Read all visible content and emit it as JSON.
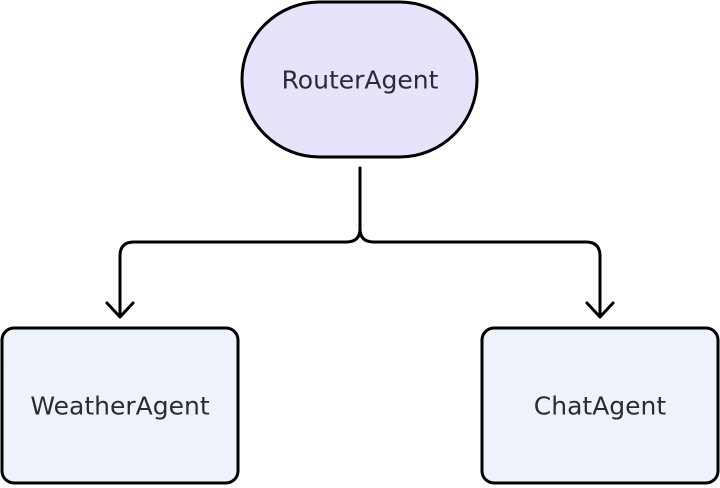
{
  "diagram": {
    "type": "flowchart",
    "nodes": {
      "router": {
        "label": "RouterAgent",
        "shape": "stadium",
        "fill": "#e9e2fb"
      },
      "weather": {
        "label": "WeatherAgent",
        "shape": "rounded-rectangle",
        "fill": "#eef3fb"
      },
      "chat": {
        "label": "ChatAgent",
        "shape": "rounded-rectangle",
        "fill": "#eef3fb"
      }
    },
    "edges": [
      {
        "from": "RouterAgent",
        "to": "WeatherAgent"
      },
      {
        "from": "RouterAgent",
        "to": "ChatAgent"
      }
    ],
    "colors": {
      "stroke": "#000000",
      "text": "#2b2b36",
      "background": "#ffffff"
    }
  }
}
